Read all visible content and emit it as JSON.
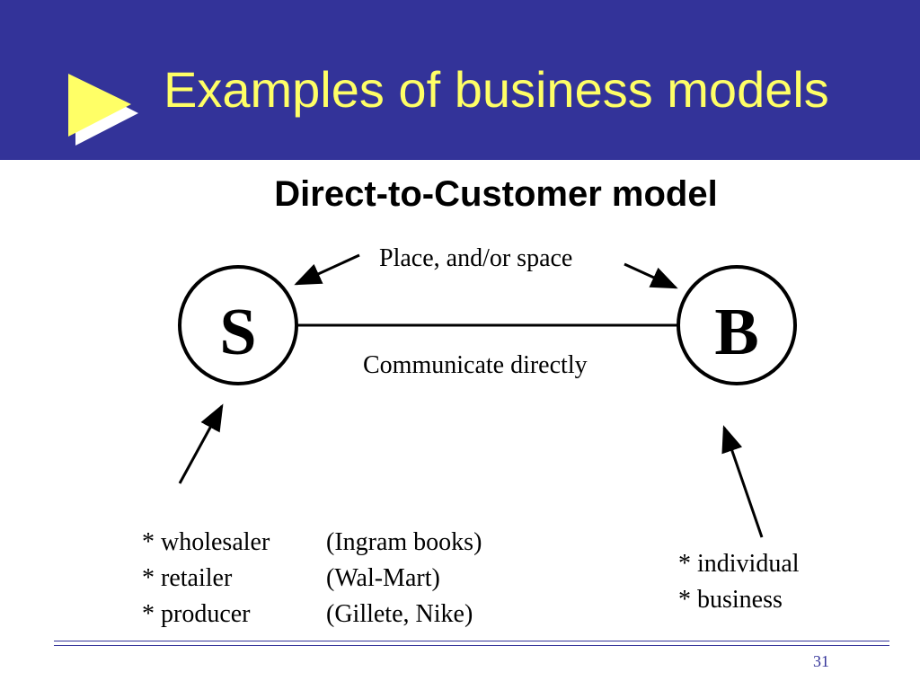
{
  "slide": {
    "title": "Examples of business models",
    "subtitle": "Direct-to-Customer model",
    "page_number": "31"
  },
  "diagram": {
    "seller_label": "S",
    "buyer_label": "B",
    "place_label": "Place, and/or space",
    "link_label": "Communicate directly",
    "seller_types": [
      "* wholesaler",
      "* retailer",
      "* producer"
    ],
    "seller_examples": [
      "(Ingram books)",
      "(Wal-Mart)",
      "(Gillete, Nike)"
    ],
    "buyer_types": [
      "* individual",
      "* business"
    ]
  },
  "colors": {
    "header_bg": "#333399",
    "title_text": "#ffff66",
    "icon_fill": "#ffff66",
    "icon_shadow": "#ffffff"
  }
}
